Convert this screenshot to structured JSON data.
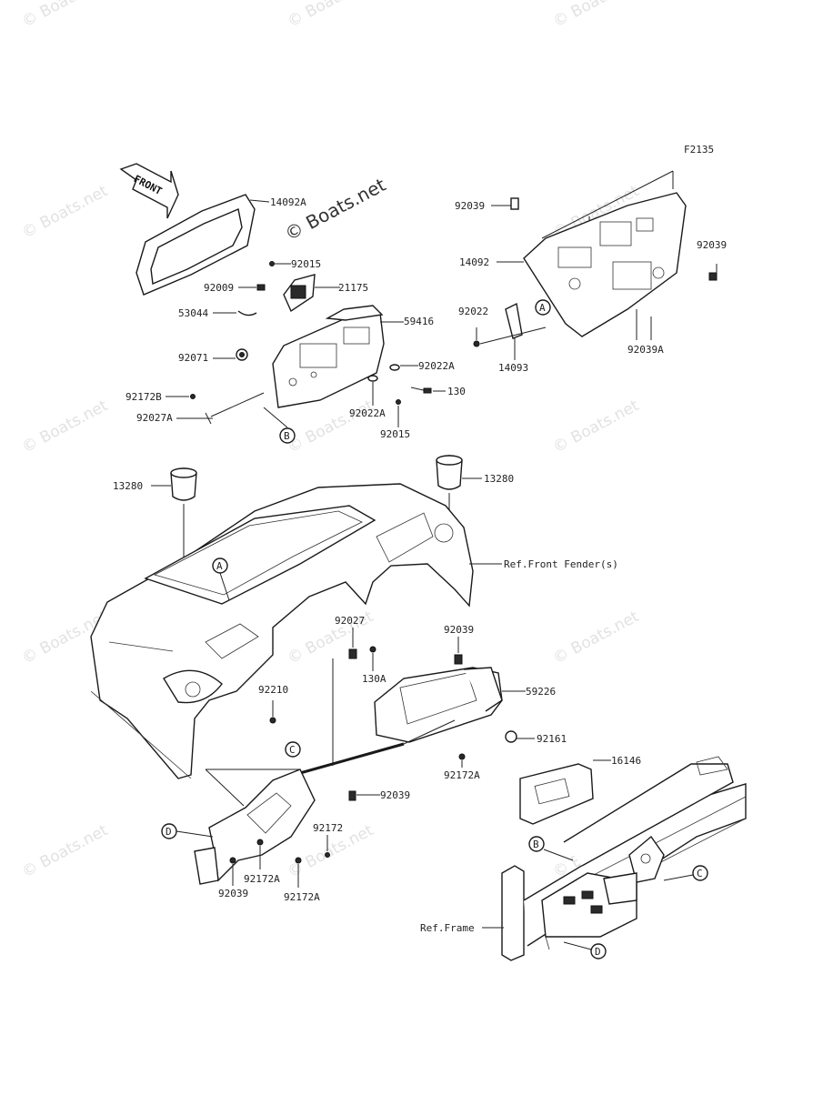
{
  "figure_code": "F2135",
  "brand_watermark": "© Boats.net",
  "front_arrow_label": "FRONT",
  "callouts": [
    "A",
    "B",
    "C",
    "D"
  ],
  "labels": {
    "p14092A": "14092A",
    "p92015a": "92015",
    "p21175": "21175",
    "p92009": "92009",
    "p53044": "53044",
    "p59416": "59416",
    "p92071": "92071",
    "p92022Aa": "92022A",
    "p130": "130",
    "p92172B": "92172B",
    "p92027A": "92027A",
    "p92022Ab": "92022A",
    "p92015b": "92015",
    "p92039a": "92039",
    "p14092": "14092",
    "p92039b": "92039",
    "p92022": "92022",
    "p14093": "14093",
    "p92039A": "92039A",
    "p13280a": "13280",
    "p13280b": "13280",
    "refFender": "Ref.Front Fender(s)",
    "p92027": "92027",
    "p130A": "130A",
    "p92039c": "92039",
    "p59226": "59226",
    "p92210": "92210",
    "p92161": "92161",
    "p92172A1": "92172A",
    "p16146": "16146",
    "p92039d": "92039",
    "p92172": "92172",
    "p92172A2": "92172A",
    "p92039e": "92039",
    "p92172A3": "92172A",
    "refFrame": "Ref.Frame"
  }
}
